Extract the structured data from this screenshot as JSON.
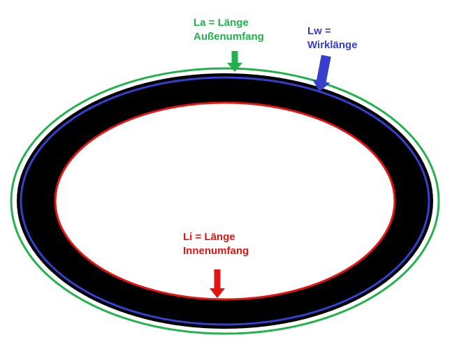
{
  "diagram": {
    "title": "Belt length diagram (outer, working and inner circumference of an elliptical belt ring)",
    "labels": {
      "la": "La = Länge\nAußenumfang",
      "lw": "Lw =\nWirklänge",
      "li": "Li = Länge\nInnenumfang"
    },
    "colors": {
      "outer_circumference": "#22b14c",
      "working_length": "#3640cc",
      "inner_circumference": "#e21414",
      "belt_body": "#000000",
      "background": "#ffffff"
    }
  }
}
